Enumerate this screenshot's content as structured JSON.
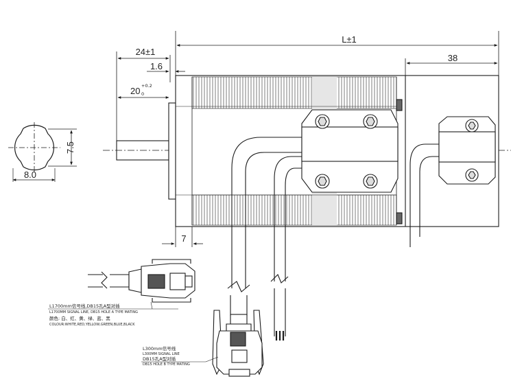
{
  "dimensions": {
    "length": "L±1",
    "connector_box": "38",
    "shaft_length": "24±1",
    "flange": "1.6",
    "shaft_tol_base": "20",
    "shaft_tol_upper": "+0.2",
    "shaft_tol_lower": "0",
    "shaft_flat": "7.5",
    "shaft_dia": "8.0",
    "key_offset": "7"
  },
  "notes": {
    "signal_cable_cn": "L1700mm信号线,DB15孔A型对插",
    "signal_cable_en": "L1700MM SIGNAL LINE, DB15 HOLE A TYPE MATING",
    "colour_cn": "颜色: 白、红、黄、绿、蓝、黑",
    "colour_en": "COLOUR:WHITE,RED,YELLOW,GREEN,BLUE,BLACK",
    "short_cable_cn": "L300mm信号线",
    "short_cable_en": "L300MM SIGNAL LINE",
    "short_mating_cn": "DB15孔A型对插",
    "short_mating_en": "DB15 HOLE B TYPE MATING"
  },
  "colors": {
    "line": "#1a1a1a",
    "shade": "#e6e6e6",
    "fill_dark": "#555555"
  }
}
